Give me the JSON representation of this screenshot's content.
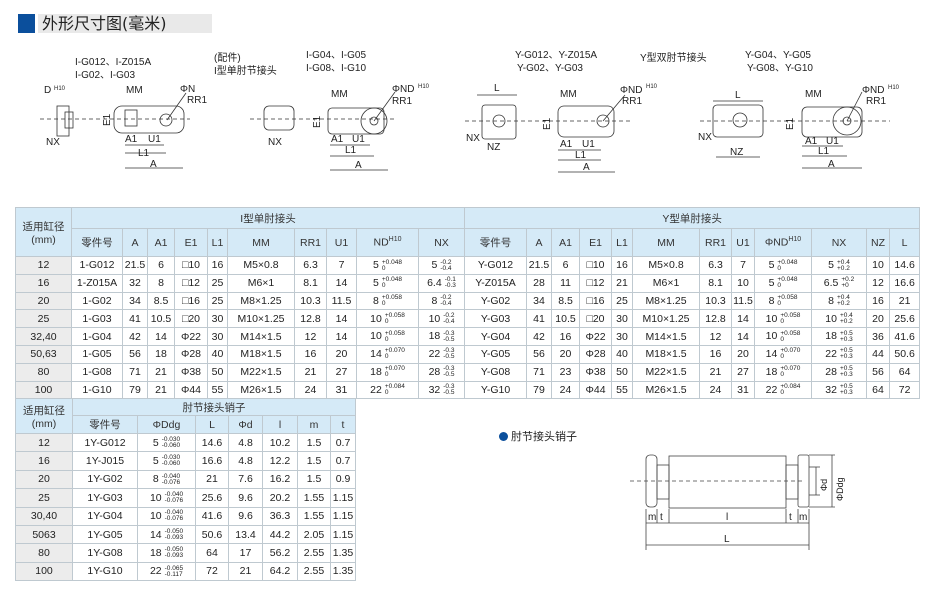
{
  "title": "外形尺寸图(毫米)",
  "diagrams": {
    "i_small_models": [
      "I-G012、I-Z015A",
      "I-G02、I-G03"
    ],
    "i_caption": [
      "(配件)",
      "I型单肘节接头"
    ],
    "i_large_models": [
      "I-G04、I-G05",
      "I-G08、I-G10"
    ],
    "y_small_models": [
      "Y-G012、Y-Z015A",
      "Y-G02、Y-G03"
    ],
    "y_caption": "Y型双肘节接头",
    "y_large_models": [
      "Y-G04、Y-G05",
      "Y-G08、Y-G10"
    ],
    "labels": {
      "D": "D",
      "H10": "H10",
      "NX": "NX",
      "NZ": "NX",
      "MM": "MM",
      "N": "ΦN",
      "ND": "ΦND",
      "RR1": "RR1",
      "E1": "E1",
      "A1": "A1",
      "U1": "U1",
      "L1": "L1",
      "A": "A",
      "L": "L",
      "NZL": "NZ"
    }
  },
  "main_table": {
    "bore_header": "适用缸径",
    "bore_unit": "(mm)",
    "i_group": "I型单肘接头",
    "y_group": "Y型单肘接头",
    "i_columns": [
      "零件号",
      "A",
      "A1",
      "E1",
      "L1",
      "MM",
      "RR1",
      "U1",
      "ND",
      "NX"
    ],
    "y_columns": [
      "零件号",
      "A",
      "A1",
      "E1",
      "L1",
      "MM",
      "RR1",
      "U1",
      "ΦND",
      "NX",
      "NZ",
      "L"
    ],
    "nd_sup": "H10",
    "rows": [
      {
        "bore": "12",
        "i": [
          "1-G012",
          "21.5",
          "6",
          "□10",
          "16",
          "M5×0.8",
          "6.3",
          "7",
          [
            "5",
            "+0.048",
            "0"
          ],
          [
            "5",
            "-0.2",
            "-0.4"
          ]
        ],
        "y": [
          "Y-G012",
          "21.5",
          "6",
          "□10",
          "16",
          "M5×0.8",
          "6.3",
          "7",
          [
            "5",
            "+0.048",
            "0"
          ],
          [
            "5",
            "+0.4",
            "+0.2"
          ],
          "10",
          "14.6"
        ]
      },
      {
        "bore": "16",
        "i": [
          "1-Z015A",
          "32",
          "8",
          "□12",
          "25",
          "M6×1",
          "8.1",
          "14",
          [
            "5",
            "+0.048",
            "0"
          ],
          [
            "6.4",
            "-0.1",
            "-0.3"
          ]
        ],
        "y": [
          "Y-Z015A",
          "28",
          "11",
          "□12",
          "21",
          "M6×1",
          "8.1",
          "10",
          [
            "5",
            "+0.048",
            "0"
          ],
          [
            "6.5",
            "+0.2",
            "+0"
          ],
          "12",
          "16.6"
        ]
      },
      {
        "bore": "20",
        "i": [
          "1-G02",
          "34",
          "8.5",
          "□16",
          "25",
          "M8×1.25",
          "10.3",
          "11.5",
          [
            "8",
            "+0.058",
            "0"
          ],
          [
            "8",
            "-0.2",
            "-0.4"
          ]
        ],
        "y": [
          "Y-G02",
          "34",
          "8.5",
          "□16",
          "25",
          "M8×1.25",
          "10.3",
          "11.5",
          [
            "8",
            "+0.058",
            "0"
          ],
          [
            "8",
            "+0.4",
            "+0.2"
          ],
          "16",
          "21"
        ]
      },
      {
        "bore": "25",
        "i": [
          "1-G03",
          "41",
          "10.5",
          "□20",
          "30",
          "M10×1.25",
          "12.8",
          "14",
          [
            "10",
            "+0.058",
            "0"
          ],
          [
            "10",
            "-0.2",
            "-0.4"
          ]
        ],
        "y": [
          "Y-G03",
          "41",
          "10.5",
          "□20",
          "30",
          "M10×1.25",
          "12.8",
          "14",
          [
            "10",
            "+0.058",
            "0"
          ],
          [
            "10",
            "+0.4",
            "+0.2"
          ],
          "20",
          "25.6"
        ]
      },
      {
        "bore": "32,40",
        "i": [
          "1-G04",
          "42",
          "14",
          "Φ22",
          "30",
          "M14×1.5",
          "12",
          "14",
          [
            "10",
            "+0.058",
            "0"
          ],
          [
            "18",
            "-0.3",
            "-0.5"
          ]
        ],
        "y": [
          "Y-G04",
          "42",
          "16",
          "Φ22",
          "30",
          "M14×1.5",
          "12",
          "14",
          [
            "10",
            "+0.058",
            "0"
          ],
          [
            "18",
            "+0.5",
            "+0.3"
          ],
          "36",
          "41.6"
        ]
      },
      {
        "bore": "50,63",
        "i": [
          "1-G05",
          "56",
          "18",
          "Φ28",
          "40",
          "M18×1.5",
          "16",
          "20",
          [
            "14",
            "+0.070",
            "0"
          ],
          [
            "22",
            "-0.3",
            "-0.5"
          ]
        ],
        "y": [
          "Y-G05",
          "56",
          "20",
          "Φ28",
          "40",
          "M18×1.5",
          "16",
          "20",
          [
            "14",
            "+0.070",
            "0"
          ],
          [
            "22",
            "+0.5",
            "+0.3"
          ],
          "44",
          "50.6"
        ]
      },
      {
        "bore": "80",
        "i": [
          "1-G08",
          "71",
          "21",
          "Φ38",
          "50",
          "M22×1.5",
          "21",
          "27",
          [
            "18",
            "+0.070",
            "0"
          ],
          [
            "28",
            "-0.3",
            "-0.5"
          ]
        ],
        "y": [
          "Y-G08",
          "71",
          "23",
          "Φ38",
          "50",
          "M22×1.5",
          "21",
          "27",
          [
            "18",
            "+0.070",
            "0"
          ],
          [
            "28",
            "+0.5",
            "+0.3"
          ],
          "56",
          "64"
        ]
      },
      {
        "bore": "100",
        "i": [
          "1-G10",
          "79",
          "21",
          "Φ44",
          "55",
          "M26×1.5",
          "24",
          "31",
          [
            "22",
            "+0.084",
            "0"
          ],
          [
            "32",
            "-0.3",
            "-0.5"
          ]
        ],
        "y": [
          "Y-G10",
          "79",
          "24",
          "Φ44",
          "55",
          "M26×1.5",
          "24",
          "31",
          [
            "22",
            "+0.084",
            "0"
          ],
          [
            "32",
            "+0.5",
            "+0.3"
          ],
          "64",
          "72"
        ]
      }
    ]
  },
  "pin_table": {
    "bore_header": "适用缸径",
    "bore_unit": "(mm)",
    "group": "肘节接头销子",
    "columns": [
      "零件号",
      "ΦDdg",
      "L",
      "Φd",
      "l",
      "m",
      "t"
    ],
    "rows": [
      {
        "bore": "12",
        "cells": [
          "1Y-G012",
          [
            "5",
            "-0.030",
            "-0.060"
          ],
          "14.6",
          "4.8",
          "10.2",
          "1.5",
          "0.7"
        ]
      },
      {
        "bore": "16",
        "cells": [
          "1Y-J015",
          [
            "5",
            "-0.030",
            "-0.060"
          ],
          "16.6",
          "4.8",
          "12.2",
          "1.5",
          "0.7"
        ]
      },
      {
        "bore": "20",
        "cells": [
          "1Y-G02",
          [
            "8",
            "-0.040",
            "-0.076"
          ],
          "21",
          "7.6",
          "16.2",
          "1.5",
          "0.9"
        ]
      },
      {
        "bore": "25",
        "cells": [
          "1Y-G03",
          [
            "10",
            "-0.040",
            "-0.076"
          ],
          "25.6",
          "9.6",
          "20.2",
          "1.55",
          "1.15"
        ]
      },
      {
        "bore": "30,40",
        "cells": [
          "1Y-G04",
          [
            "10",
            "-0.040",
            "-0.076"
          ],
          "41.6",
          "9.6",
          "36.3",
          "1.55",
          "1.15"
        ]
      },
      {
        "bore": "5063",
        "cells": [
          "1Y-G05",
          [
            "14",
            "-0.050",
            "-0.093"
          ],
          "50.6",
          "13.4",
          "44.2",
          "2.05",
          "1.15"
        ]
      },
      {
        "bore": "80",
        "cells": [
          "1Y-G08",
          [
            "18",
            "-0.050",
            "-0.093"
          ],
          "64",
          "17",
          "56.2",
          "2.55",
          "1.35"
        ]
      },
      {
        "bore": "100",
        "cells": [
          "1Y-G10",
          [
            "22",
            "-0.065",
            "-0.117"
          ],
          "72",
          "21",
          "64.2",
          "2.55",
          "1.35"
        ]
      }
    ]
  },
  "pin_drawing": {
    "title": "肘节接头销子",
    "labels": {
      "m": "m",
      "t": "t",
      "l": "l",
      "L": "L",
      "d": "Φd",
      "Ddg": "ΦDdg"
    }
  },
  "colors": {
    "accent": "#0b4f9c",
    "header_bg": "#d5eaf7",
    "bore_bg": "#ececec"
  }
}
